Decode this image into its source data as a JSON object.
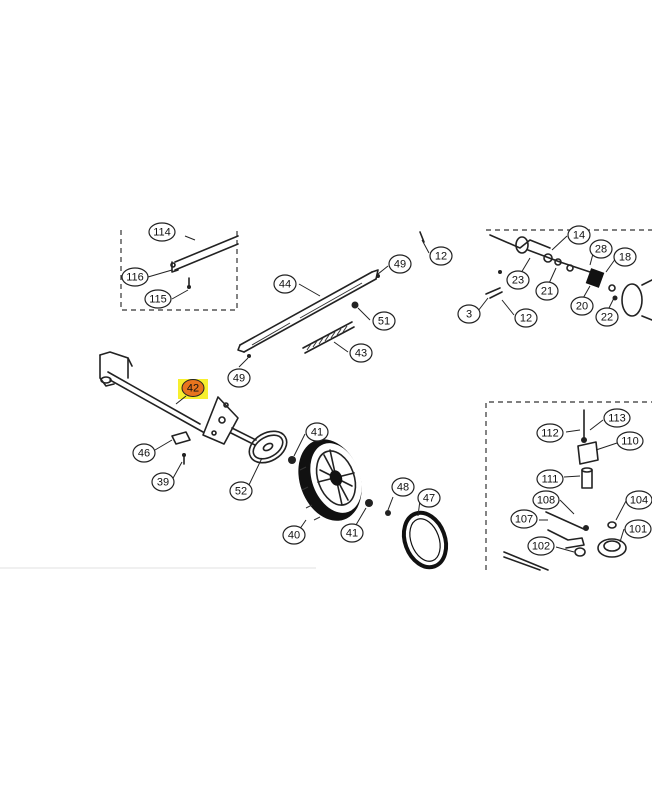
{
  "diagram": {
    "highlight": {
      "label": "42",
      "fill": "#e8741e",
      "background": "#f7ef2e"
    },
    "callouts": [
      {
        "key": "c114",
        "label": "114"
      },
      {
        "key": "c116",
        "label": "116"
      },
      {
        "key": "c115",
        "label": "115"
      },
      {
        "key": "c44",
        "label": "44"
      },
      {
        "key": "c49a",
        "label": "49"
      },
      {
        "key": "c51",
        "label": "51"
      },
      {
        "key": "c43",
        "label": "43"
      },
      {
        "key": "c49b",
        "label": "49"
      },
      {
        "key": "c12a",
        "label": "12"
      },
      {
        "key": "c14",
        "label": "14"
      },
      {
        "key": "c28",
        "label": "28"
      },
      {
        "key": "c18",
        "label": "18"
      },
      {
        "key": "c23",
        "label": "23"
      },
      {
        "key": "c21",
        "label": "21"
      },
      {
        "key": "c20",
        "label": "20"
      },
      {
        "key": "c22",
        "label": "22"
      },
      {
        "key": "c3",
        "label": "3"
      },
      {
        "key": "c12b",
        "label": "12"
      },
      {
        "key": "c46",
        "label": "46"
      },
      {
        "key": "c39",
        "label": "39"
      },
      {
        "key": "c41a",
        "label": "41"
      },
      {
        "key": "c52",
        "label": "52"
      },
      {
        "key": "c40",
        "label": "40"
      },
      {
        "key": "c41b",
        "label": "41"
      },
      {
        "key": "c48",
        "label": "48"
      },
      {
        "key": "c47",
        "label": "47"
      },
      {
        "key": "c112",
        "label": "112"
      },
      {
        "key": "c113",
        "label": "113"
      },
      {
        "key": "c110",
        "label": "110"
      },
      {
        "key": "c111",
        "label": "111"
      },
      {
        "key": "c108",
        "label": "108"
      },
      {
        "key": "c104",
        "label": "104"
      },
      {
        "key": "c107",
        "label": "107"
      },
      {
        "key": "c101",
        "label": "101"
      },
      {
        "key": "c102",
        "label": "102"
      }
    ]
  }
}
